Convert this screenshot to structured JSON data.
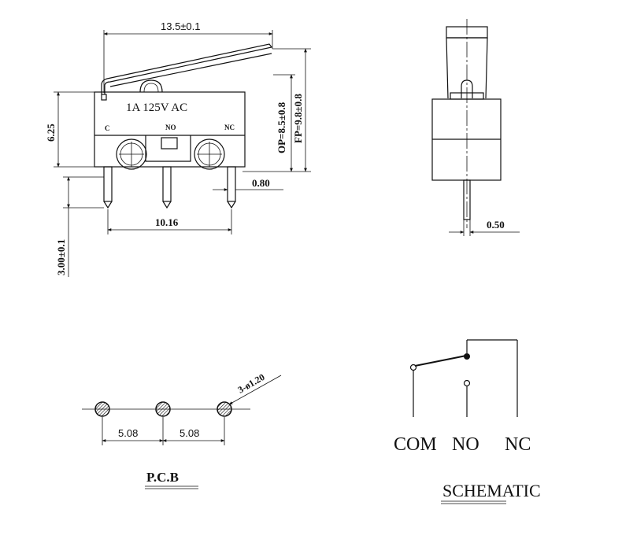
{
  "side_view": {
    "length_dim": "13.5±0.1",
    "height_dim": "6.25",
    "op_dim": "OP=8.5±0.8",
    "fp_dim": "FP=9.8±0.8",
    "pin_pitch": "10.16",
    "pin_width": "0.80",
    "pin_length": "3.00±0.1",
    "rating": "1A 125V AC",
    "pin_c": "C",
    "pin_no": "NO",
    "pin_nc": "NC"
  },
  "end_view": {
    "pin_thickness": "0.50"
  },
  "pcb": {
    "hole_spec": "3-ø1.20",
    "spacing_1": "5.08",
    "spacing_2": "5.08",
    "title": "P.C.B"
  },
  "schematic": {
    "com": "COM",
    "no": "NO",
    "nc": "NC",
    "title": "SCHEMATIC"
  }
}
